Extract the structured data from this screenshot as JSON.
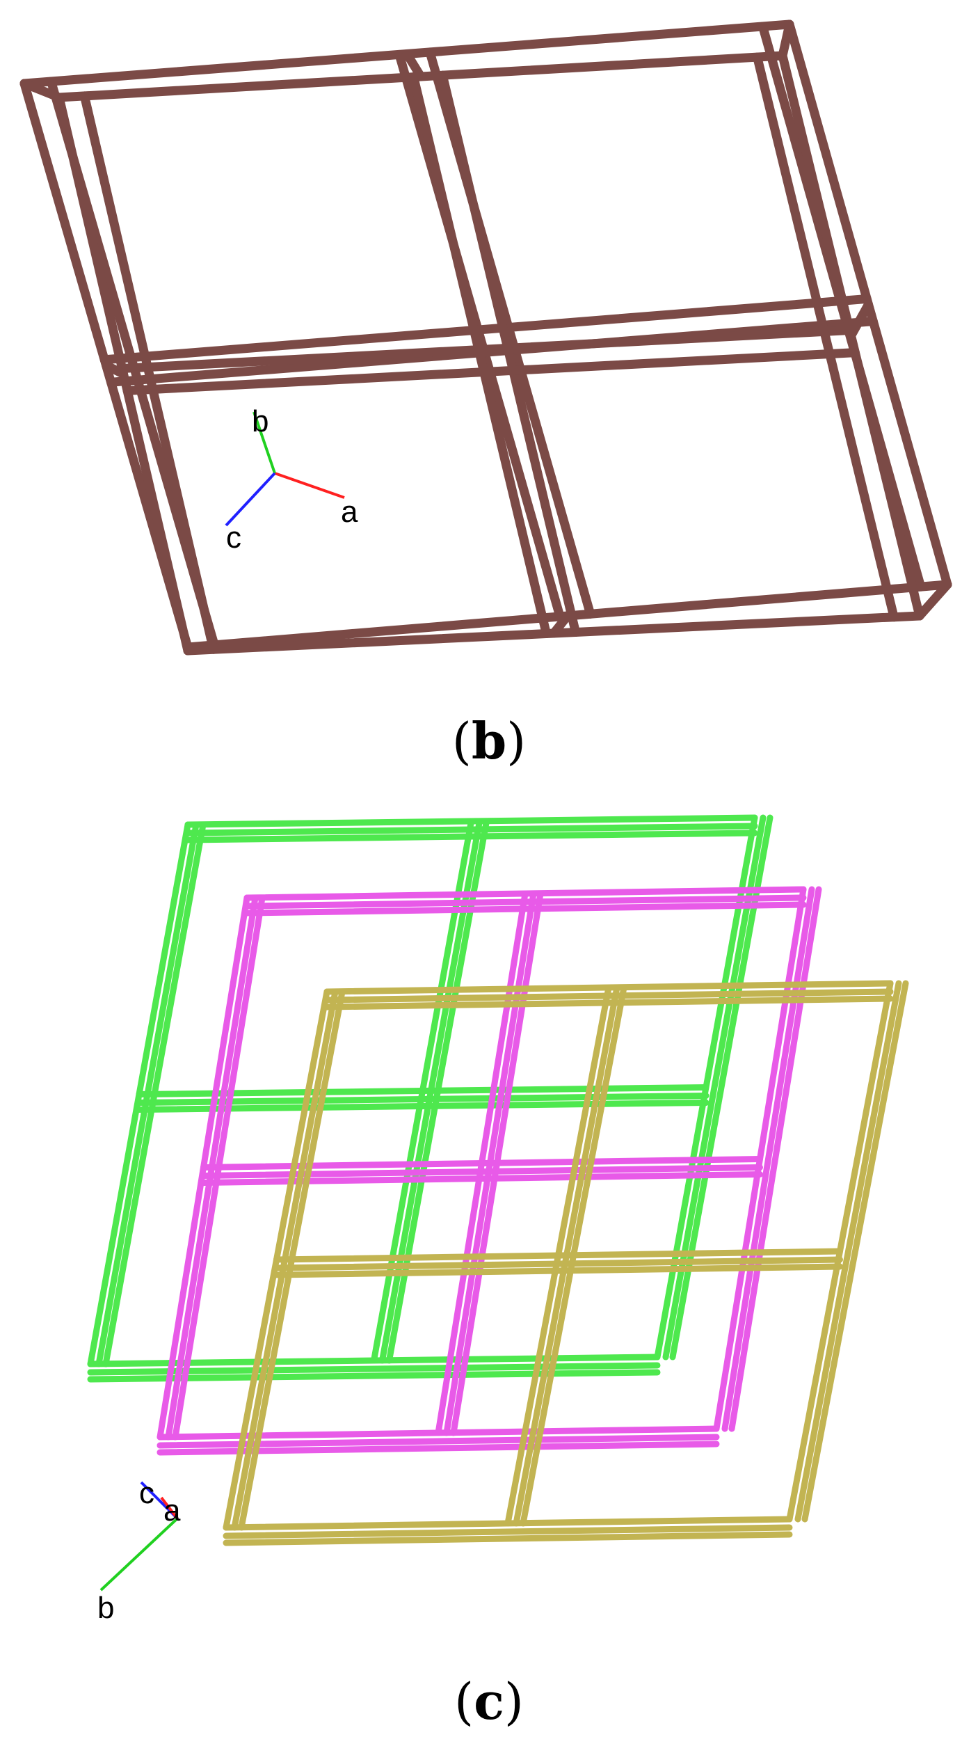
{
  "panels": [
    {
      "id": "b",
      "caption_open": "(",
      "caption_letter": "b",
      "caption_close": ")",
      "frame_color": "#7b4a46",
      "axes": {
        "a": {
          "label": "a",
          "color": "#ff2020"
        },
        "b": {
          "label": "b",
          "color": "#20d020"
        },
        "c": {
          "label": "c",
          "color": "#2020ff"
        }
      }
    },
    {
      "id": "c",
      "caption_open": "(",
      "caption_letter": "c",
      "caption_close": ")",
      "frame_colors": {
        "green": "#4ee84e",
        "magenta": "#e85ae8",
        "olive": "#c2b452"
      },
      "axes": {
        "a": {
          "label": "a",
          "color": "#ff2020"
        },
        "b": {
          "label": "b",
          "color": "#20d020"
        },
        "c": {
          "label": "c",
          "color": "#2020ff"
        }
      }
    }
  ]
}
